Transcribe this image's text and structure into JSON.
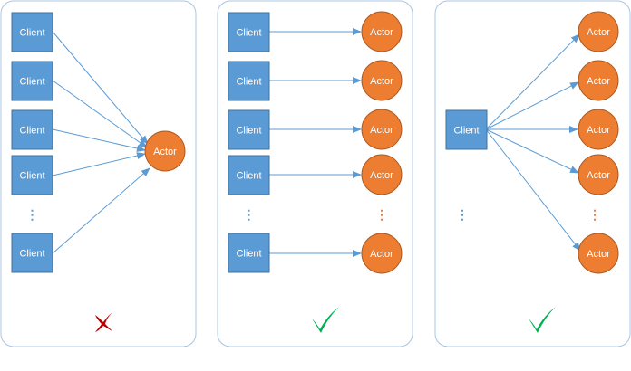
{
  "panels": [
    {
      "verdict": "cross",
      "verdict_color": "#c00000",
      "clients": [
        "Client",
        "Client",
        "Client",
        "Client",
        "Client"
      ],
      "actors": [
        "Actor"
      ],
      "client_ellipsis": "⋮",
      "actor_ellipsis": ""
    },
    {
      "verdict": "check",
      "verdict_color": "#00b050",
      "clients": [
        "Client",
        "Client",
        "Client",
        "Client",
        "Client"
      ],
      "actors": [
        "Actor",
        "Actor",
        "Actor",
        "Actor",
        "Actor"
      ],
      "client_ellipsis": "⋮",
      "actor_ellipsis": "⋮"
    },
    {
      "verdict": "check",
      "verdict_color": "#00b050",
      "clients": [
        "Client"
      ],
      "actors": [
        "Actor",
        "Actor",
        "Actor",
        "Actor",
        "Actor"
      ],
      "client_ellipsis": "⋮",
      "actor_ellipsis": "⋮"
    }
  ],
  "colors": {
    "client_fill": "#5b9bd5",
    "actor_fill": "#ed7d31",
    "arrow": "#5b9bd5",
    "panel_border": "#a9c4e3"
  }
}
